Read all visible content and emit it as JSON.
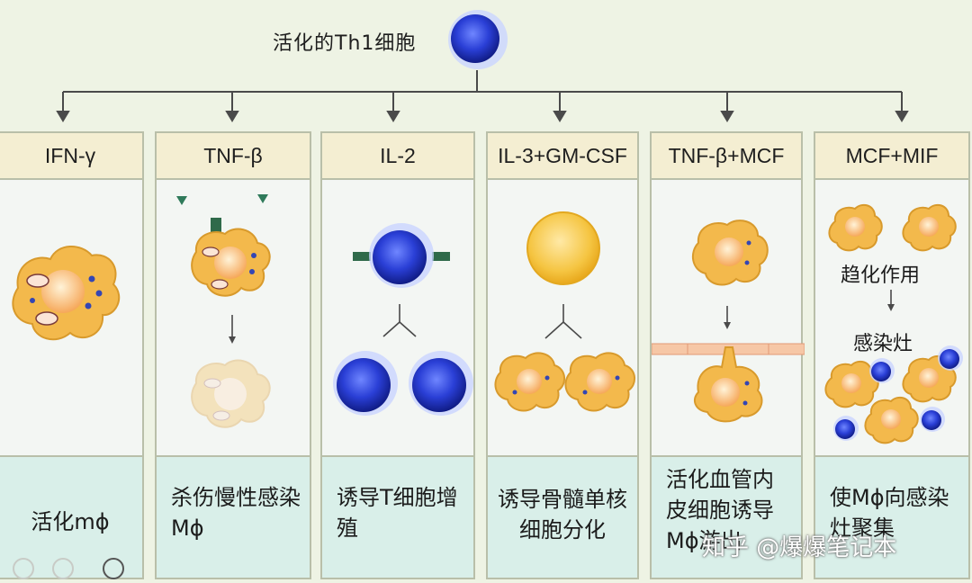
{
  "top": {
    "title": "活化的Th1细胞"
  },
  "panels": [
    {
      "header": "IFN-γ",
      "desc": "活化mϕ"
    },
    {
      "header": "TNF-β",
      "desc": "杀伤慢性感染Mϕ"
    },
    {
      "header": "IL-2",
      "desc": "诱导T细胞增殖"
    },
    {
      "header": "IL-3+GM-CSF",
      "desc": "诱导骨髓单核细胞分化"
    },
    {
      "header": "TNF-β+MCF",
      "desc": "活化血管内皮细胞诱导Mϕ游出"
    },
    {
      "header": "MCF+MIF",
      "desc": "使Mϕ向感染灶聚集",
      "inner_labels": [
        "趋化作用",
        "感染灶"
      ]
    }
  ],
  "watermark": "知乎 @爆爆笔记本",
  "colors": {
    "background": "#eef3e4",
    "header_bg": "#f4eed2",
    "footer_bg": "#d9efe9",
    "t_cell_blue": "#2536c8",
    "macrophage_orange": "#f2b84a"
  }
}
